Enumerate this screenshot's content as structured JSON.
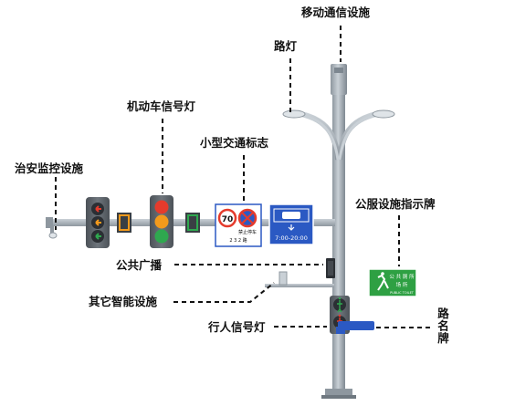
{
  "labels": {
    "mobile_comm": "移动通信设施",
    "street_light": "路灯",
    "vehicle_signal": "机动车信号灯",
    "small_sign": "小型交通标志",
    "security_monitor": "治安监控设施",
    "public_service_sign": "公服设施指示牌",
    "public_broadcast": "公共广播",
    "other_smart": "其它智能设施",
    "pedestrian_signal": "行人信号灯",
    "road_name_sign": "路名牌"
  },
  "sign_text": {
    "speed_limit": "70",
    "no_parking_caption": "禁止停车",
    "no_parking_sub": "2 3 2 路",
    "time_window": "7:00-20:00",
    "toilet_line1": "公 共 厕 所",
    "toilet_line2": "场    所",
    "toilet_sub": "PUBLIC TOILET"
  },
  "colors": {
    "pole": "#a9b2ba",
    "pole_shade": "#7d8790",
    "signal_housing": "#5b6168",
    "red": "#e53b2c",
    "amber": "#f39a1c",
    "green": "#2fa84f",
    "blue_sign": "#2b59c3",
    "green_sign": "#2ea043"
  }
}
